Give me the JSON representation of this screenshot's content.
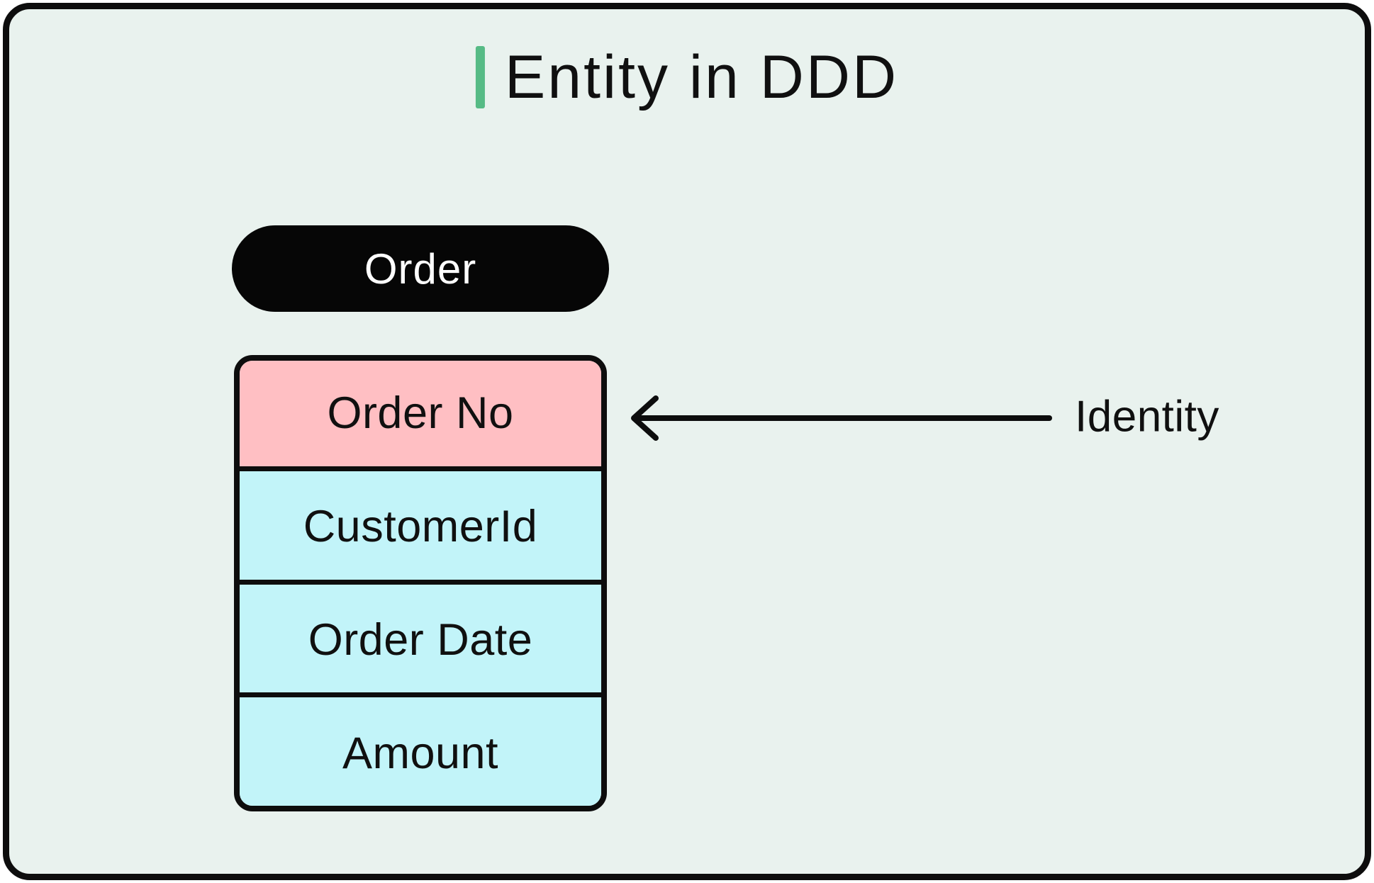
{
  "title": "Entity in DDD",
  "entity": {
    "name": "Order",
    "attributes": [
      "Order No",
      "CustomerId",
      "Order Date",
      "Amount"
    ]
  },
  "annotation": {
    "identity_label": "Identity",
    "points_to": "Order No"
  },
  "colors": {
    "canvas_background": "#ffffff",
    "frame_background": "#e9f2ee",
    "frame_border": "#0d0d0d",
    "accent_green": "#56bb85",
    "entity_pill_background": "#060606",
    "entity_pill_text": "#ffffff",
    "identity_row_background": "#ffbfc3",
    "attribute_row_background": "#c2f4f9",
    "text": "#101010"
  }
}
